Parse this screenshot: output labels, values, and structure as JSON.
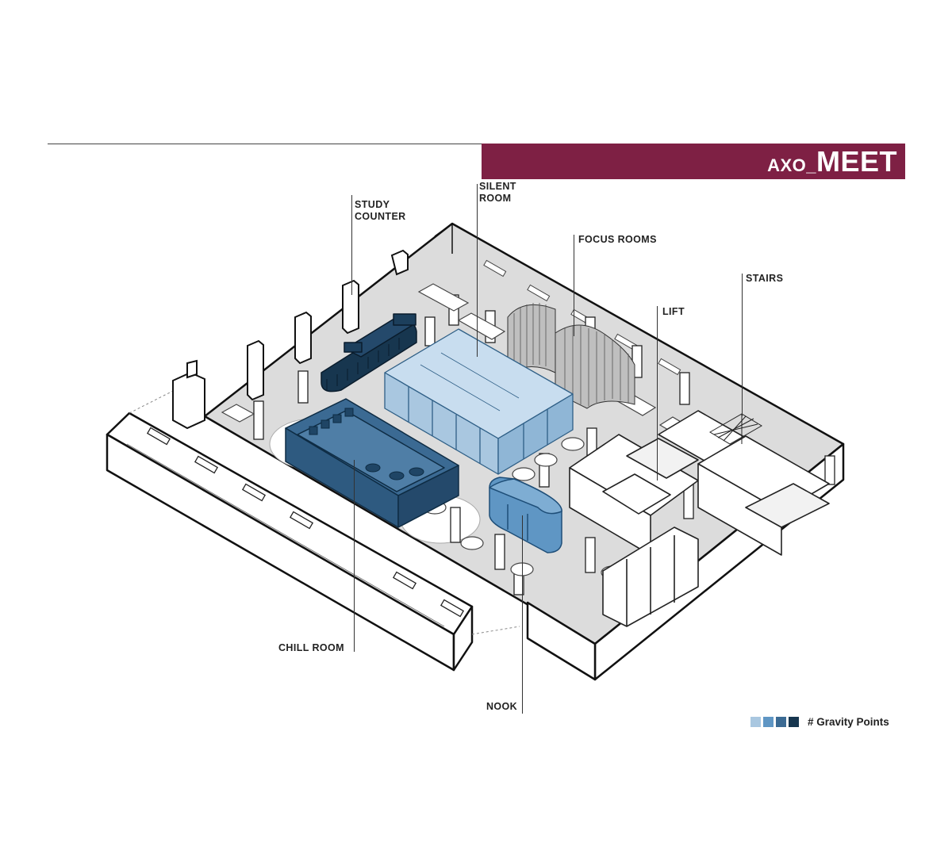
{
  "header": {
    "title_prefix": "AXO_",
    "title_main": "MEET",
    "accent_color": "#7e2044"
  },
  "labels": {
    "study_counter_line1": "STUDY",
    "study_counter_line2": "COUNTER",
    "silent_room_line1": "SILENT",
    "silent_room_line2": "ROOM",
    "focus_rooms": "FOCUS ROOMS",
    "stairs": "STAIRS",
    "lift": "LIFT",
    "chill_room": "CHILL ROOM",
    "nook": "NOOK"
  },
  "legend": {
    "text": "# Gravity Points",
    "colors": [
      "#a9c7e0",
      "#5f96c4",
      "#3b6a93",
      "#17364f"
    ]
  }
}
